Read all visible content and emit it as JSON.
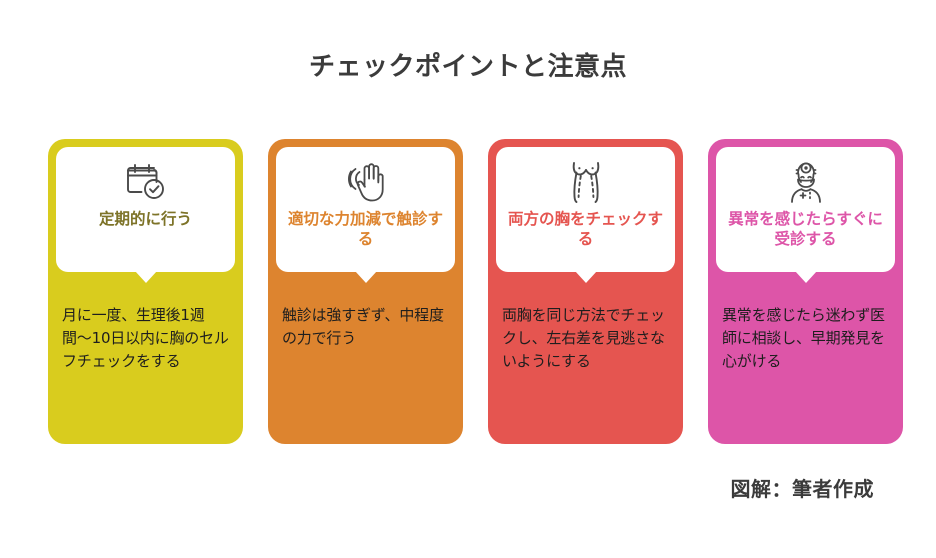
{
  "title": "チェックポイントと注意点",
  "footer": "図解：筆者作成",
  "colors": {
    "title_text": "#3b3b3b",
    "body_text": "#1e1e1e",
    "bubble_bg": "#ffffff",
    "icon_stroke": "#4a4a4a",
    "page_bg": "#ffffff"
  },
  "cards": [
    {
      "icon": "calendar-check-icon",
      "heading": "定期的に行う",
      "body": "月に一度、生理後1週間〜10日以内に胸のセルフチェックをする",
      "card_color": "#D9CC1E",
      "heading_color": "#7D7328"
    },
    {
      "icon": "hand-touch-icon",
      "heading": "適切な力加減で触診する",
      "body": "触診は強すぎず、中程度の力で行う",
      "card_color": "#DD842F",
      "heading_color": "#DD842F"
    },
    {
      "icon": "breast-torso-icon",
      "heading": "両方の胸をチェックする",
      "body": "両胸を同じ方法でチェックし、左右差を見逃さないようにする",
      "card_color": "#E55550",
      "heading_color": "#E55550"
    },
    {
      "icon": "doctor-icon",
      "heading": "異常を感じたらすぐに受診する",
      "body": "異常を感じたら迷わず医師に相談し、早期発見を心がける",
      "card_color": "#DD55A8",
      "heading_color": "#DD55A8"
    }
  ]
}
